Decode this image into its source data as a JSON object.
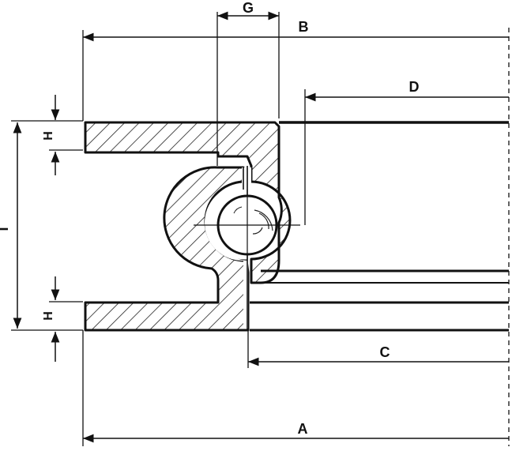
{
  "diagram": {
    "labels": {
      "G": "G",
      "B": "B",
      "D": "D",
      "H_top": "H",
      "I": "I",
      "H_bottom": "H",
      "C": "C",
      "A": "A"
    }
  }
}
